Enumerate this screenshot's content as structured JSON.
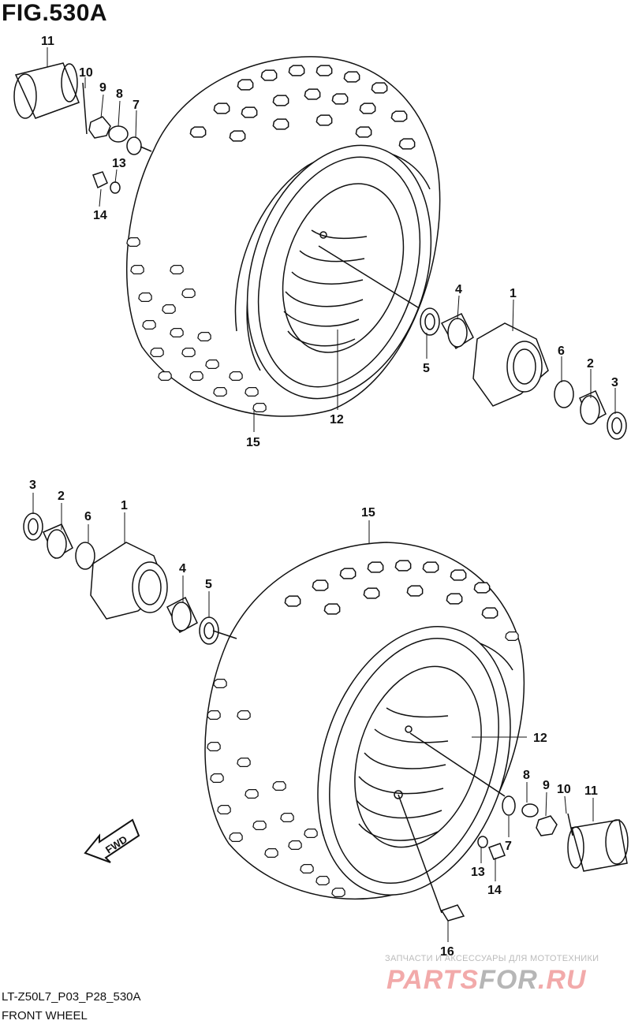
{
  "figure": {
    "title": "FIG.530A",
    "model_code": "LT-Z50L7_P03_P28_530A",
    "name": "FRONT WHEEL"
  },
  "direction_arrow": {
    "label": "FWD"
  },
  "watermark": {
    "caption": "ЗАПЧАСТИ И АКСЕССУАРЫ ДЛЯ МОТОТЕХНИКИ",
    "logo_main": "PARTS",
    "logo_accent": "FOR",
    "logo_tail": ".RU"
  },
  "callouts": {
    "top": [
      "11",
      "10",
      "9",
      "8",
      "7",
      "13",
      "14",
      "4",
      "1",
      "5",
      "6",
      "2",
      "3",
      "12",
      "15"
    ],
    "bottom": [
      "3",
      "2",
      "6",
      "1",
      "4",
      "5",
      "15",
      "12",
      "8",
      "9",
      "10",
      "11",
      "7",
      "13",
      "14",
      "16"
    ]
  },
  "colors": {
    "line": "#111111",
    "watermark_red": "#f2aaaa",
    "watermark_gray": "#b6b6b6"
  }
}
